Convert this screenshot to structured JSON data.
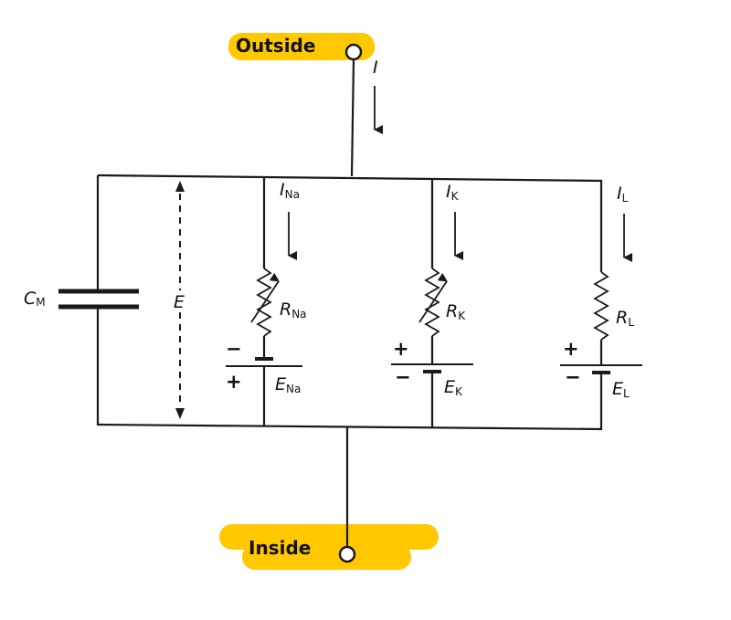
{
  "terminals": {
    "outside": "Outside",
    "inside": "Inside"
  },
  "highlight_color": "#FFC800",
  "currents": {
    "total": "I",
    "na": {
      "main": "I",
      "sub": "Na"
    },
    "k": {
      "main": "I",
      "sub": "K"
    },
    "l": {
      "main": "I",
      "sub": "L"
    }
  },
  "capacitor": {
    "main": "C",
    "sub": "M"
  },
  "voltage": "E",
  "resistors": {
    "na": {
      "main": "R",
      "sub": "Na"
    },
    "k": {
      "main": "R",
      "sub": "K"
    },
    "l": {
      "main": "R",
      "sub": "L"
    }
  },
  "batteries": {
    "na": {
      "main": "E",
      "sub": "Na",
      "top_sign": "−",
      "bottom_sign": "+"
    },
    "k": {
      "main": "E",
      "sub": "K",
      "top_sign": "+",
      "bottom_sign": "−"
    },
    "l": {
      "main": "E",
      "sub": "L",
      "top_sign": "+",
      "bottom_sign": "−"
    }
  }
}
